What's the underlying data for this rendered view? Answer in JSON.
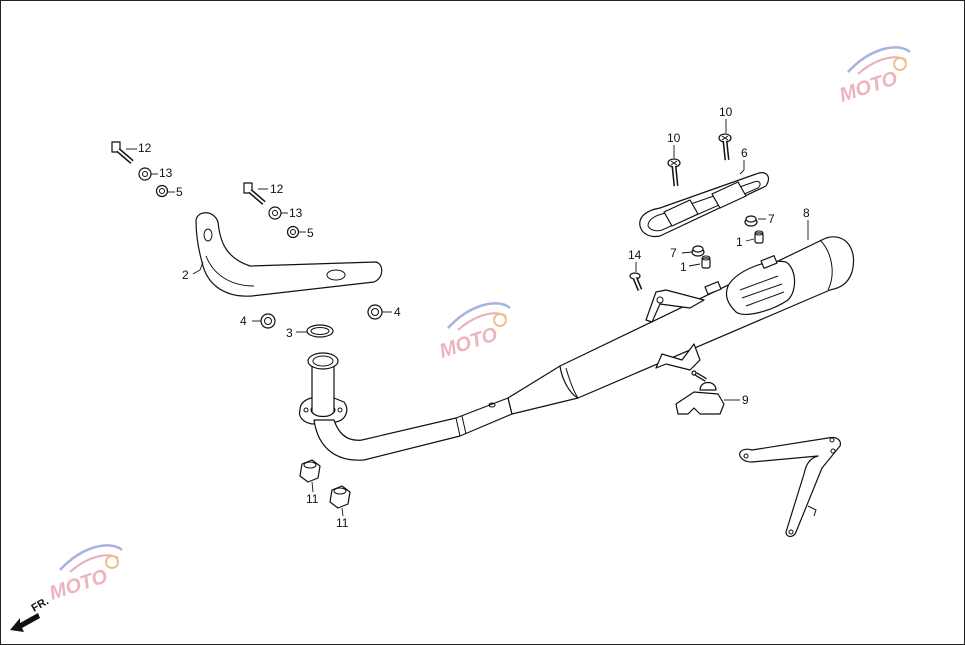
{
  "diagram": {
    "type": "exploded parts diagram",
    "subject": "exhaust system"
  },
  "callouts": {
    "c1a": "1",
    "c1b": "1",
    "c2": "2",
    "c3": "3",
    "c4a": "4",
    "c4b": "4",
    "c5a": "5",
    "c5b": "5",
    "c6": "6",
    "c7a": "7",
    "c7b": "7",
    "c8": "8",
    "c9": "9",
    "c10a": "10",
    "c10b": "10",
    "c11a": "11",
    "c11b": "11",
    "c12a": "12",
    "c12b": "12",
    "c13a": "13",
    "c13b": "13",
    "c14": "14"
  },
  "direction_label": "FR.",
  "watermark": {
    "logo_text": "MOTO",
    "colors": {
      "red": "#e8a0ad",
      "blue": "#9aa6d8",
      "orange": "#f2b27a"
    }
  }
}
